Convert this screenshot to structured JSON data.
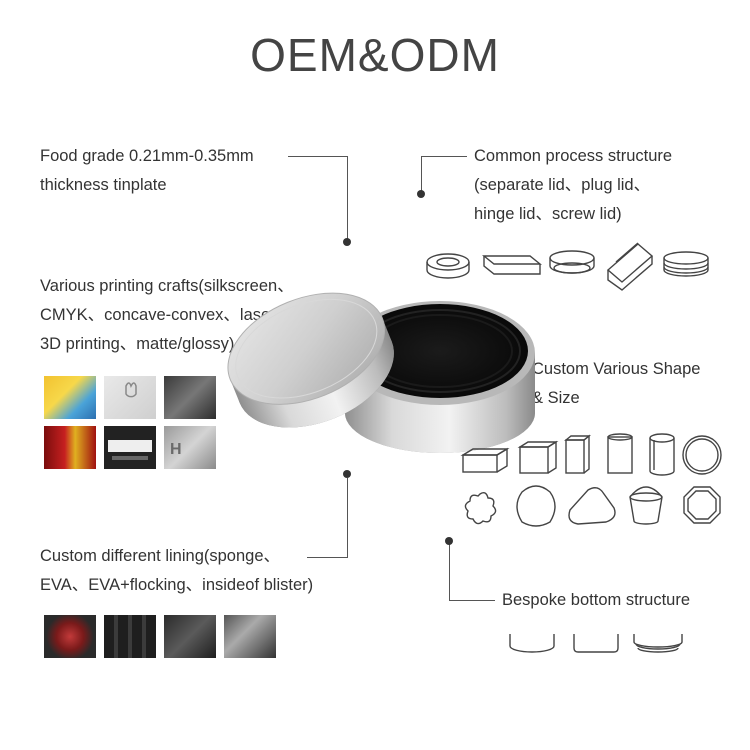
{
  "title": "OEM&ODM",
  "features": {
    "food_grade": {
      "line1": "Food grade 0.21mm-0.35mm",
      "line2": "thickness tinplate"
    },
    "printing": {
      "line1": "Various printing crafts(silkscreen、",
      "line2": "CMYK、concave-convex、laser、",
      "line3": "3D printing、matte/glossy)"
    },
    "lining": {
      "line1": "Custom different lining(sponge、",
      "line2": "EVA、EVA+flocking、insideof blister)"
    },
    "process": {
      "line1": "Common process structure",
      "line2": "(separate lid、plug lid、",
      "line3": "hinge lid、screw lid)"
    },
    "shape": {
      "line1": "Custom Various Shape",
      "line2": "& Size"
    },
    "bottom": {
      "line1": "Bespoke bottom structure"
    }
  }
}
